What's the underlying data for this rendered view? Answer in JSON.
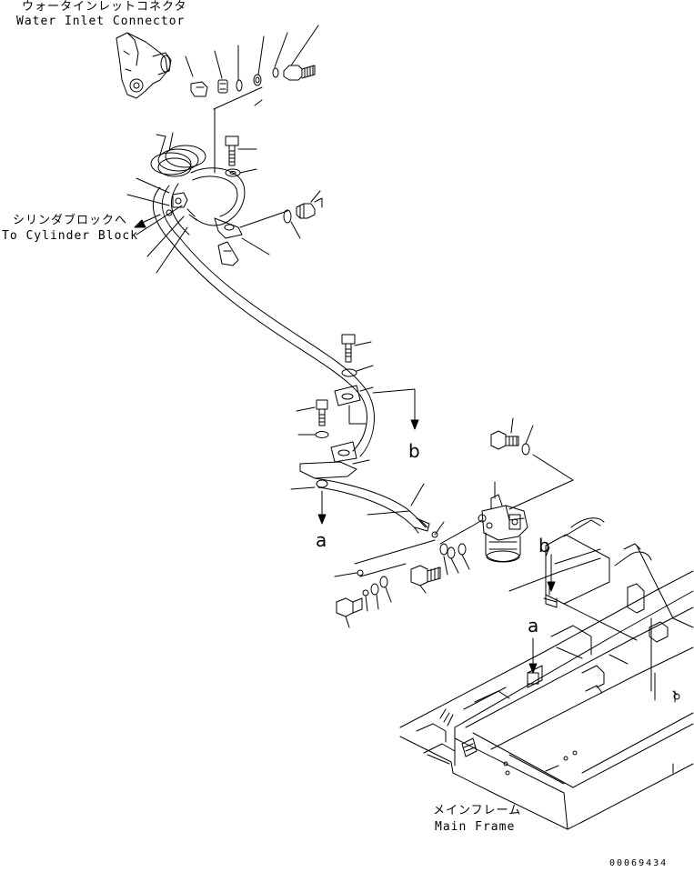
{
  "labels": {
    "water_inlet_jp": "ウォータインレットコネクタ",
    "water_inlet_en": "Water Inlet Connector",
    "to_cylinder_jp": "シリンダブロックへ",
    "to_cylinder_en": "To Cylinder Block",
    "main_frame_jp": "メインフレーム",
    "main_frame_en": "Main Frame"
  },
  "reference_marks": {
    "a_upper": "a",
    "b_upper": "b",
    "a_lower": "a",
    "b_lower": "b"
  },
  "drawing_number": "00069434",
  "colors": {
    "line": "#000000",
    "background": "#ffffff"
  }
}
